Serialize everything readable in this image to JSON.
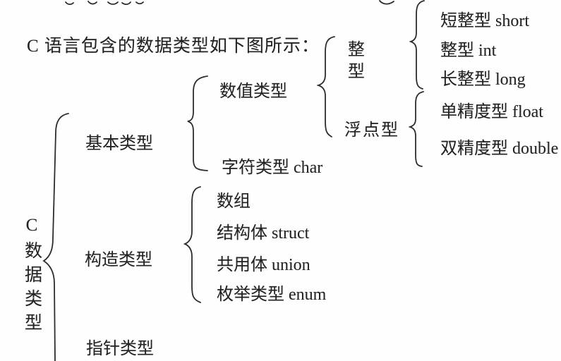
{
  "intro": "C 语言包含的数据类型如下图所示：",
  "tree": {
    "root": "C数据类型",
    "children": [
      {
        "label": "基本类型",
        "children": [
          {
            "label": "数值类型",
            "children": [
              {
                "label": "整型",
                "children": [
                  {
                    "label": "短整型 short"
                  },
                  {
                    "label": "整型 int"
                  },
                  {
                    "label": "长整型 long"
                  }
                ]
              },
              {
                "label": "浮点型",
                "children": [
                  {
                    "label": "单精度型 float"
                  },
                  {
                    "label": "双精度型 double"
                  }
                ]
              }
            ]
          },
          {
            "label": "字符类型 char"
          }
        ]
      },
      {
        "label": "构造类型",
        "children": [
          {
            "label": "数组"
          },
          {
            "label": "结构体 struct"
          },
          {
            "label": "共用体 union"
          },
          {
            "label": "枚举类型 enum"
          }
        ]
      },
      {
        "label": "指针类型"
      }
    ]
  },
  "colors": {
    "ink": "#2c2c2c",
    "background": "#fefefe"
  }
}
